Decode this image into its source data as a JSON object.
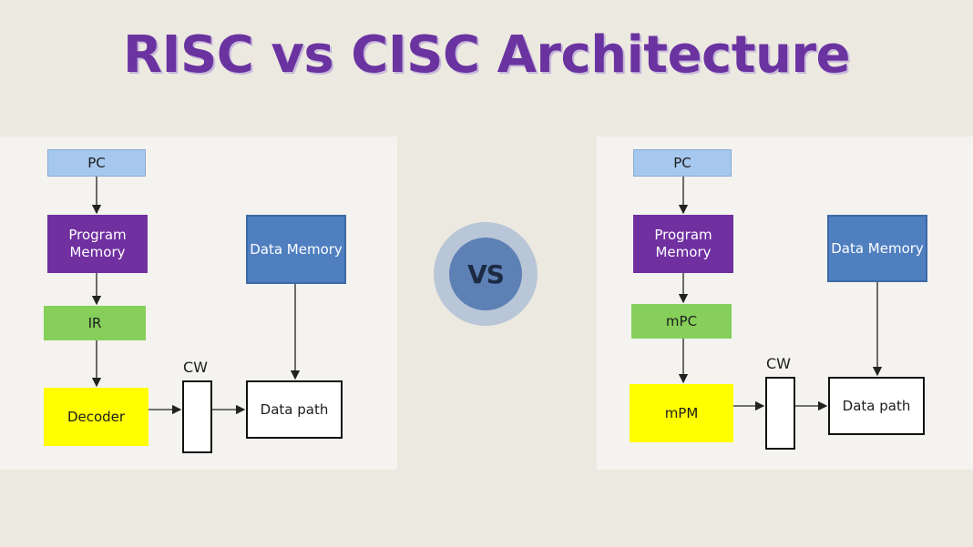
{
  "title": "RISC vs CISC Architecture",
  "vs_label": "VS",
  "risc": {
    "pc": "PC",
    "program_memory": "Program\nMemory",
    "ir": "IR",
    "decoder": "Decoder",
    "cw": "CW",
    "data_memory": "Data Memory",
    "data_path": "Data path"
  },
  "cisc": {
    "pc": "PC",
    "program_memory": "Program\nMemory",
    "mpc": "mPC",
    "mpm": "mPM",
    "cw": "CW",
    "data_memory": "Data Memory",
    "data_path": "Data path"
  },
  "colors": {
    "title": "#6a33a0",
    "pc": "#a6c8ee",
    "program_memory": "#7030a0",
    "ir": "#86cf5a",
    "decoder": "#ffff00",
    "data_memory": "#4f7fbf",
    "vs_circle": "#5d80b5"
  }
}
